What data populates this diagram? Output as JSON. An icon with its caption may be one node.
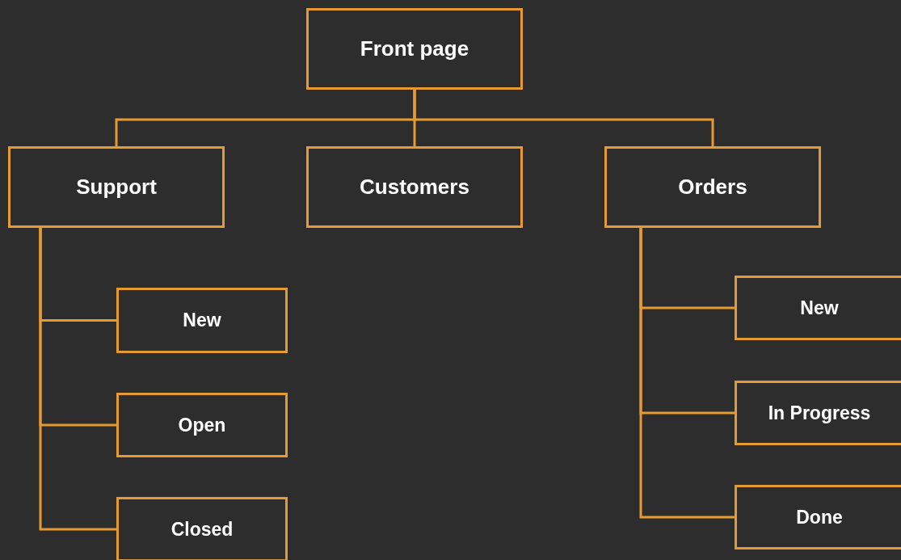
{
  "diagram": {
    "nodes": [
      {
        "text": [
          "Front page"
        ]
      },
      {
        "text": [
          "Support"
        ]
      },
      {
        "text": [
          "Customers"
        ]
      },
      {
        "text": [
          "Orders"
        ]
      },
      {
        "text": [
          "New"
        ]
      },
      {
        "text": [
          "Open"
        ]
      },
      {
        "text": [
          "Closed"
        ]
      },
      {
        "text": [
          "New"
        ]
      },
      {
        "text": [
          "In Progress"
        ]
      },
      {
        "text": [
          "Done"
        ]
      }
    ],
    "edges": [
      {
        "from": 0,
        "to": 1,
        "arrow": "none"
      },
      {
        "from": 0,
        "to": 2,
        "arrow": "none"
      },
      {
        "from": 0,
        "to": 3,
        "arrow": "none"
      },
      {
        "from": 1,
        "to": 4,
        "arrow": "none"
      },
      {
        "from": 1,
        "to": 5,
        "arrow": "none"
      },
      {
        "from": 1,
        "to": 6,
        "arrow": "none"
      },
      {
        "from": 3,
        "to": 7,
        "arrow": "none"
      },
      {
        "from": 3,
        "to": 8,
        "arrow": "none"
      },
      {
        "from": 3,
        "to": 9,
        "arrow": "none"
      }
    ]
  }
}
